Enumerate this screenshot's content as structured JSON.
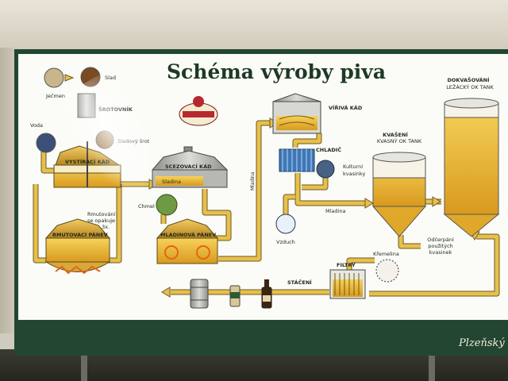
{
  "title": "Schéma výroby piva",
  "brand_footer": "Plzeňský",
  "labels": {
    "jecmen": "Ječmen",
    "slad": "Slad",
    "srotovnik": "ŠROTOVNÍK",
    "voda": "Voda",
    "sladovy_srot": "Sladový šrot",
    "vystiraci_kad": "VYSTÍRACÍ KÁD",
    "rmutovani_1": "Rmutování",
    "rmutovani_2": "se opakuje",
    "rmutovani_3": "3x.",
    "rmutovaci_panev": "RMUTOVACÍ PÁNEV",
    "scezovaci_kad": "SCEZOVACÍ KÁD",
    "sladina": "Sladina",
    "chmel": "Chmel",
    "mladinova_panev": "MLADINOVÁ PÁNEV",
    "mladina_vertical": "Mladina",
    "virivá_kad": "VÍŘIVÁ KÁD",
    "chladic": "CHLADIČ",
    "kulturni_kvasinky_1": "Kulturní",
    "kulturni_kvasinky_2": "kvasinky",
    "mladina": "Mladina",
    "vzduch": "Vzduch",
    "kvaseni": "KVAŠENÍ",
    "kvasny_ok_tank": "KVASNÝ OK TANK",
    "dokvasovani": "DOKVAŠOVÁNÍ",
    "lezacky_ok_tank": "LEŽÁCKÝ OK TANK",
    "odcerpani_1": "Odčerpání",
    "odcerpani_2": "použitých",
    "odcerpani_3": "kvasinek",
    "kremelina": "Křemelina",
    "filtry": "FILTRY",
    "staceni": "STÁČENÍ"
  },
  "colors": {
    "pipe": "#e7c04a",
    "beer": "#f0c23a",
    "foam": "#f7f3e6",
    "vessel_metal": "#b9b9b4",
    "panel_green": "#234632",
    "title_green": "#1d3a24"
  },
  "icons": [
    "barley-grain-icon",
    "malt-grain-icon",
    "water-drop-icon",
    "hops-icon",
    "yeast-icon",
    "air-icon",
    "diatomite-icon",
    "keg-icon",
    "can-icon",
    "bottle-icon",
    "brand-logo-icon"
  ]
}
